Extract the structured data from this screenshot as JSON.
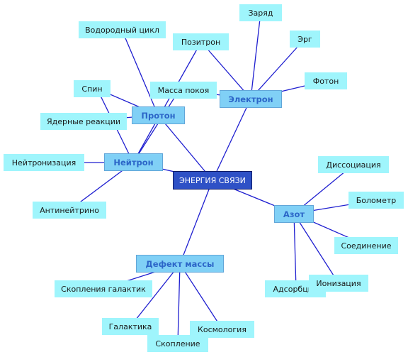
{
  "nodes": {
    "root": "ЭНЕРГИЯ СВЯЗИ",
    "electron": "Электрон",
    "proton": "Протон",
    "neutron": "Нейтрон",
    "nitrogen": "Азот",
    "mass_defect": "Дефект массы",
    "charge": "Заряд",
    "erg": "Эрг",
    "photon": "Фотон",
    "positron": "Позитрон",
    "rest_mass": "Масса покоя",
    "hydrogen_cycle": "Водородный цикл",
    "spin": "Спин",
    "nuclear_reactions": "Ядерные реакции",
    "neutronization": "Нейтронизация",
    "antineutrino": "Антинейтрино",
    "dissociation": "Диссоциация",
    "bolometer": "Болометр",
    "compound": "Соединение",
    "ionization": "Ионизация",
    "adsorption": "Адсорбция",
    "galaxy_clusters": "Скопления галактик",
    "galaxy": "Галактика",
    "cosmology": "Космология",
    "cluster": "Скопление"
  },
  "colors": {
    "edge": "#1f1fd0",
    "leaf": "#9ff5fc",
    "hub": "#80d0f6",
    "root": "#2e51c6"
  }
}
